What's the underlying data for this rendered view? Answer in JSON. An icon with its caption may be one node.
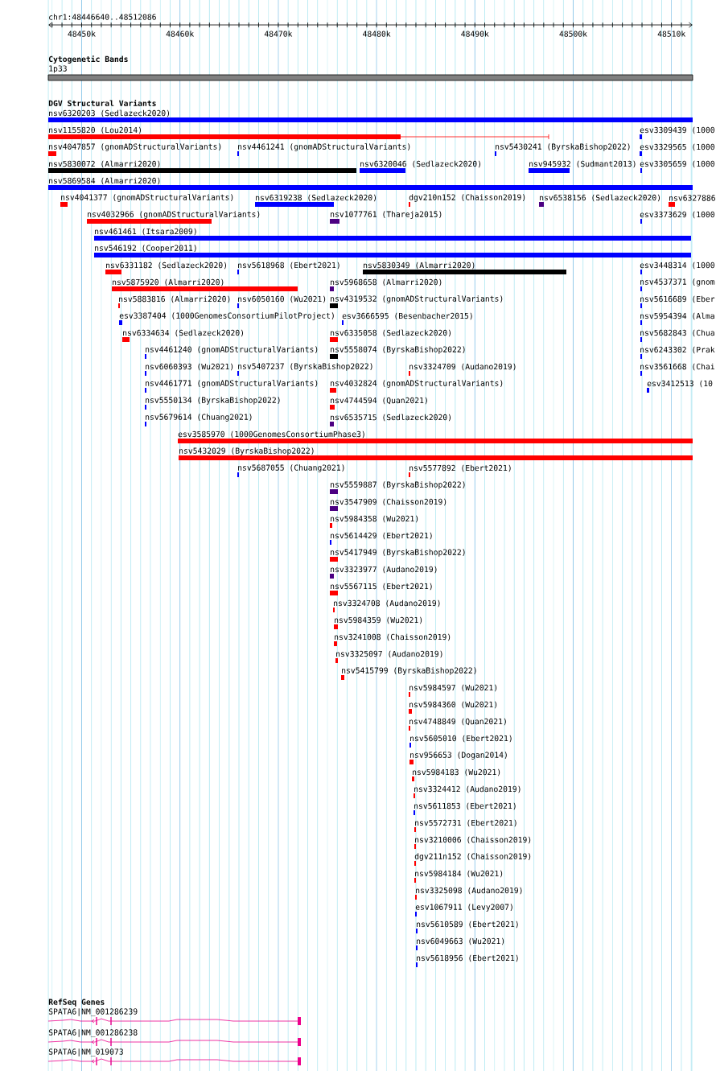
{
  "diagram": {
    "labels": [
      "chr1:48446640..48512086",
      "48450k",
      "48460k",
      "48470k",
      "48480k",
      "48490k",
      "48500k",
      "48510k",
      "Cytogenetic Bands",
      "1p33",
      "DGV Structural Variants",
      "nsv6320203 (Sedlazeck2020)",
      "nsv1155820 (Lou2014)",
      "esv3309439 (1000",
      "nsv4047857 (gnomADStructuralVariants)",
      "nsv4461241 (gnomADStructuralVariants)",
      "nsv5430241 (ByrskaBishop2022)",
      "esv3329565 (1000",
      "nsv5830072 (Almarri2020)",
      "nsv6320046 (Sedlazeck2020)",
      "nsv945932 (Sudmant2013)",
      "esv3305659 (1000",
      "nsv5869584 (Almarri2020)",
      "nsv4041377 (gnomADStructuralVariants)",
      "nsv6319238 (Sedlazeck2020)",
      "dgv210n152 (Chaisson2019)",
      "nsv6538156 (Sedlazeck2020)",
      "nsv6327886",
      "nsv4032966 (gnomADStructuralVariants)",
      "nsv1077761 (Thareja2015)",
      "esv3373629 (1000",
      "nsv461461 (Itsara2009)",
      "nsv546192 (Cooper2011)",
      "nsv6331182 (Sedlazeck2020)",
      "nsv5618968 (Ebert2021)",
      "nsv5830349 (Almarri2020)",
      "esv3448314 (1000",
      "nsv5875920 (Almarri2020)",
      "nsv5968658 (Almarri2020)",
      "nsv4537371 (gnom",
      "nsv5883816 (Almarri2020)",
      "nsv6050160 (Wu2021)",
      "nsv4319532 (gnomADStructuralVariants)",
      "nsv5616689 (Eber",
      "esv3387404 (1000GenomesConsortiumPilotProject)",
      "esv3666595 (Besenbacher2015)",
      "nsv5954394 (Alma",
      "nsv6334634 (Sedlazeck2020)",
      "nsv6335058 (Sedlazeck2020)",
      "nsv5682843 (Chua",
      "nsv4461240 (gnomADStructuralVariants)",
      "nsv5558074 (ByrskaBishop2022)",
      "nsv6243302 (Prak",
      "nsv6060393 (Wu2021)",
      "nsv5407237 (ByrskaBishop2022)",
      "nsv3324709 (Audano2019)",
      "nsv3561668 (Chai",
      "nsv4461771 (gnomADStructuralVariants)",
      "nsv4032824 (gnomADStructuralVariants)",
      "esv3412513 (10",
      "nsv5550134 (ByrskaBishop2022)",
      "nsv4744594 (Quan2021)",
      "nsv5679614 (Chuang2021)",
      "nsv6535715 (Sedlazeck2020)",
      "esv3585970 (1000GenomesConsortiumPhase3)",
      "nsv5432029 (ByrskaBishop2022)",
      "nsv5687055 (Chuang2021)",
      "nsv5577892 (Ebert2021)",
      "nsv5559887 (ByrskaBishop2022)",
      "nsv3547909 (Chaisson2019)",
      "nsv5984358 (Wu2021)",
      "nsv5614429 (Ebert2021)",
      "nsv5417949 (ByrskaBishop2022)",
      "nsv3323977 (Audano2019)",
      "nsv5567115 (Ebert2021)",
      "nsv3324708 (Audano2019)",
      "nsv5984359 (Wu2021)",
      "nsv3241008 (Chaisson2019)",
      "nsv3325097 (Audano2019)",
      "nsv5415799 (ByrskaBishop2022)",
      "nsv5984597 (Wu2021)",
      "nsv5984360 (Wu2021)",
      "nsv4748849 (Quan2021)",
      "nsv5605010 (Ebert2021)",
      "nsv956653 (Dogan2014)",
      "nsv5984183 (Wu2021)",
      "nsv3324412 (Audano2019)",
      "nsv5611853 (Ebert2021)",
      "nsv5572731 (Ebert2021)",
      "nsv3210006 (Chaisson2019)",
      "dgv211n152 (Chaisson2019)",
      "nsv5984184 (Wu2021)",
      "nsv3325098 (Audano2019)",
      "esv1067911 (Levy2007)",
      "nsv5610589 (Ebert2021)",
      "nsv6049663 (Wu2021)",
      "nsv5618956 (Ebert2021)",
      "RefSeq Genes",
      "SPATA6|NM_001286239",
      "SPATA6|NM_001286238",
      "SPATA6|NM_019073"
    ]
  }
}
